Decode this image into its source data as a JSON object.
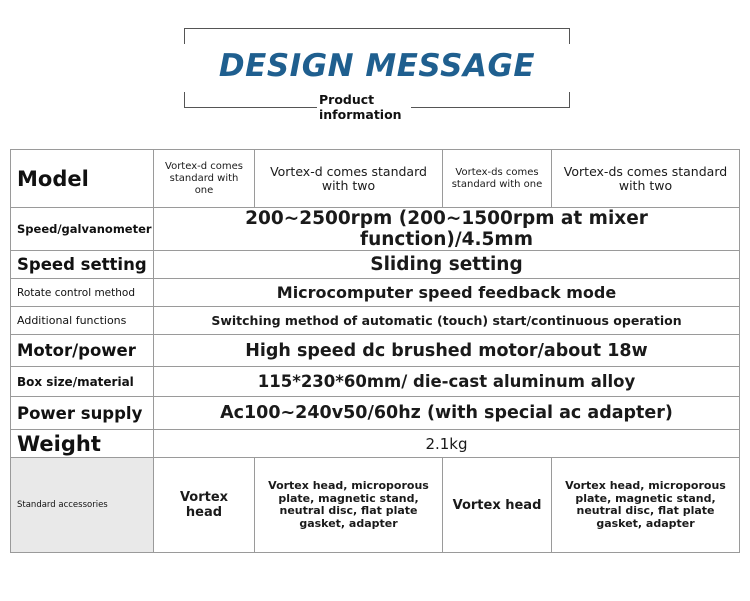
{
  "header": {
    "title": "DESIGN MESSAGE",
    "subtitle_line1": "Product",
    "subtitle_line2": "information"
  },
  "table": {
    "model": {
      "label": "Model",
      "col1": "Vortex-d comes standard with one",
      "col2": "Vortex-d comes standard with two",
      "col3": "Vortex-ds comes standard with one",
      "col4": "Vortex-ds comes standard with two"
    },
    "rows": [
      {
        "label": "Speed/galvanometer",
        "value": "200~2500rpm (200~1500rpm at mixer function)/4.5mm"
      },
      {
        "label": "Speed setting",
        "value": "Sliding setting"
      },
      {
        "label": "Rotate control method",
        "value": "Microcomputer speed feedback mode"
      },
      {
        "label": "Additional functions",
        "value": "Switching method of automatic (touch) start/continuous operation"
      },
      {
        "label": "Motor/power",
        "value": "High speed dc brushed motor/about 18w"
      },
      {
        "label": "Box size/material",
        "value": "115*230*60mm/ die-cast aluminum alloy"
      },
      {
        "label": "Power supply",
        "value": "Ac100~240v50/60hz (with special ac adapter)"
      },
      {
        "label": "Weight",
        "value": "2.1kg"
      }
    ],
    "accessories": {
      "label": "Standard accessories",
      "col1": "Vortex head",
      "col2": "Vortex head, microporous plate, magnetic stand, neutral disc, flat plate gasket, adapter",
      "col3": "Vortex head",
      "col4": "Vortex head, microporous plate, magnetic stand, neutral disc, flat plate gasket, adapter"
    }
  }
}
